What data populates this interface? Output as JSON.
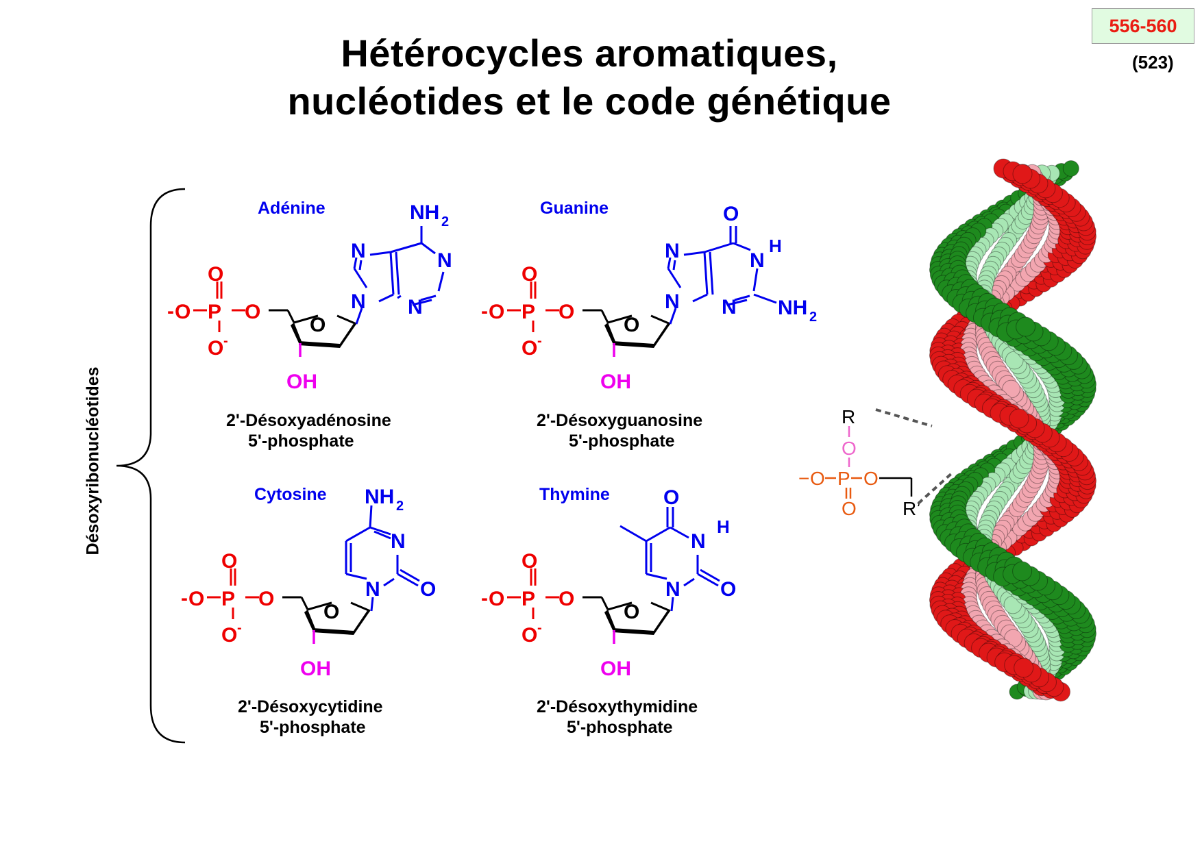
{
  "header": {
    "title_line1": "Hétérocycles aromatiques,",
    "title_line2": "nucléotides et le code génétique",
    "page_ref": "556-560",
    "page_sub": "(523)"
  },
  "side_label": "Désoxyribonucléotides",
  "atoms": {
    "O": "O",
    "N": "N",
    "P": "P",
    "H": "H",
    "NH": "NH",
    "sub2": "2",
    "OH": "OH",
    "minus": "-",
    "R": "R",
    "Rp": "R’",
    "minus_long": "−"
  },
  "nucleotides": [
    {
      "base": "Adénine",
      "name_line1": "2'-Désoxyadénosine",
      "name_line2": "5'-phosphate"
    },
    {
      "base": "Guanine",
      "name_line1": "2'-Désoxyguanosine",
      "name_line2": "5'-phosphate"
    },
    {
      "base": "Cytosine",
      "name_line1": "2'-Désoxycytidine",
      "name_line2": "5'-phosphate"
    },
    {
      "base": "Thymine",
      "name_line1": "2'-Désoxythymidine",
      "name_line2": "5'-phosphate"
    }
  ],
  "colors": {
    "base": "#0000ee",
    "phosphate": "#ee0000",
    "hydroxyl": "#ee00ee",
    "linkage_phosphate": "#e85a10",
    "linkage_oxygen": "#ee66cc",
    "helix_red": "#e01818",
    "helix_pink": "#f2a6b0",
    "helix_green": "#1e8a1e",
    "helix_lightgreen": "#a8e6b4"
  }
}
